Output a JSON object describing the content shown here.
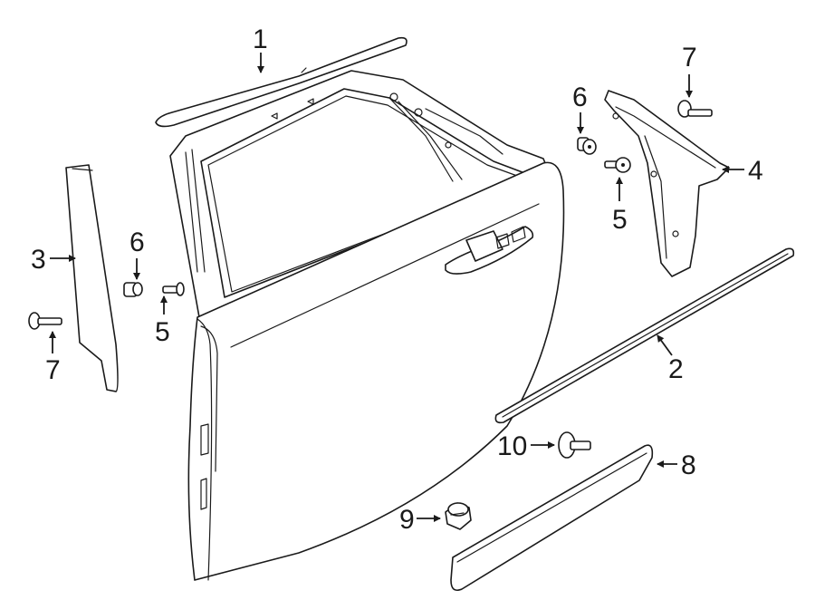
{
  "diagram": {
    "callouts": {
      "c1": "1",
      "c2": "2",
      "c3": "3",
      "c4": "4",
      "c5a": "5",
      "c5b": "5",
      "c6a": "6",
      "c6b": "6",
      "c7a": "7",
      "c7b": "7",
      "c8": "8",
      "c9": "9",
      "c10": "10"
    }
  }
}
